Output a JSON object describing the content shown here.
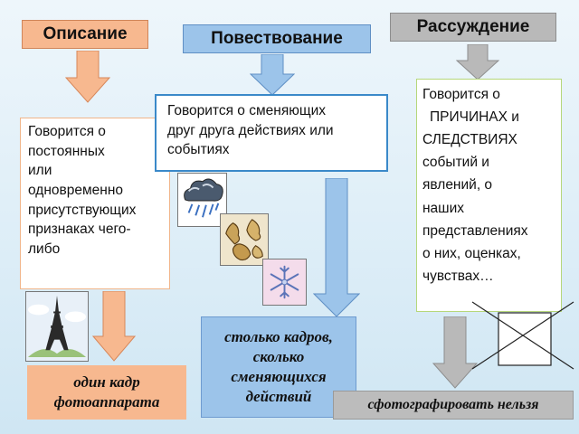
{
  "headers": {
    "description": "Описание",
    "narration": "Повествование",
    "reasoning": "Рассуждение"
  },
  "boxes": {
    "description": [
      "Говорится о",
      "постоянных",
      "или",
      "одновременно",
      "присутствующих",
      "признаках чего-",
      "либо"
    ],
    "narration": [
      "Говорится о сменяющих",
      "друг друга  действиях или",
      "событиях"
    ],
    "reasoning": [
      "Говорится о",
      "ПРИЧИНАХ и",
      "СЛЕДСТВИЯХ",
      "событий и",
      "явлений, о",
      "наших",
      "представлениях",
      "о них, оценках,",
      "чувствах…"
    ]
  },
  "results": {
    "description": [
      "один кадр",
      "фотоаппарата"
    ],
    "narration": [
      "столько кадров,",
      "сколько",
      "сменяющихся",
      "действий"
    ],
    "reasoning": "сфотографировать нельзя"
  },
  "icons": {
    "tower": "eiffel-tower-picture",
    "storm": "storm-cloud-picture",
    "leaves": "autumn-leaves-picture",
    "snow": "snowflake-picture",
    "crossed": "crossed-out-frame"
  },
  "colors": {
    "orange": "#f7b88f",
    "blue": "#9cc4ea",
    "gray": "#bcbcbc",
    "border_blue": "#3a89c9",
    "border_green": "#b6d77a"
  }
}
